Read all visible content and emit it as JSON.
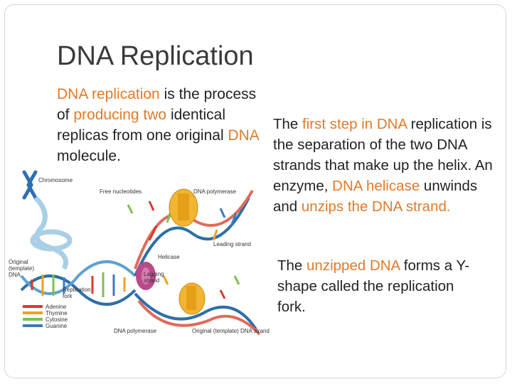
{
  "slide": {
    "title": "DNA Replication",
    "paragraph1": [
      {
        "text": "DNA replication",
        "orange": true
      },
      {
        "text": " is the process of ",
        "orange": false
      },
      {
        "text": "producing two",
        "orange": true
      },
      {
        "text": " identical replicas from one original ",
        "orange": false
      },
      {
        "text": "DNA",
        "orange": true
      },
      {
        "text": " molecule.",
        "orange": false
      }
    ],
    "paragraph2": [
      {
        "text": "The ",
        "orange": false
      },
      {
        "text": "first step in DNA",
        "orange": true
      },
      {
        "text": " replication is the separation of the two DNA strands that make up the helix. An enzyme, ",
        "orange": false
      },
      {
        "text": "DNA helicase",
        "orange": true
      },
      {
        "text": " unwinds and ",
        "orange": false
      },
      {
        "text": "unzips the DNA strand.",
        "orange": true
      }
    ],
    "paragraph3": [
      {
        "text": "The ",
        "orange": false
      },
      {
        "text": "unzipped DNA",
        "orange": true
      },
      {
        "text": " forms a Y-shape called the replication fork.",
        "orange": false
      }
    ]
  },
  "figure": {
    "labels": {
      "chromosome": "Chromosome",
      "free_nucleotides": "Free nucleotides",
      "dna_polymerase_top": "DNA polymerase",
      "leading_strand": "Leading strand",
      "helicase": "Helicase",
      "lagging_strand": "Lagging strand",
      "original_template": "Original (template) DNA",
      "replication_fork": "Replication fork",
      "dna_polymerase_bottom": "DNA polymerase",
      "original_template_strand": "Original (template) DNA strand"
    },
    "legend": [
      {
        "name": "Adenine",
        "color": "#d9392b"
      },
      {
        "name": "Thymine",
        "color": "#f0a020"
      },
      {
        "name": "Cytosine",
        "color": "#7cc04a"
      },
      {
        "name": "Guanine",
        "color": "#3a7ac0"
      }
    ]
  },
  "colors": {
    "accent": "#e07a2a",
    "text": "#222222",
    "title": "#3a3a3a"
  }
}
